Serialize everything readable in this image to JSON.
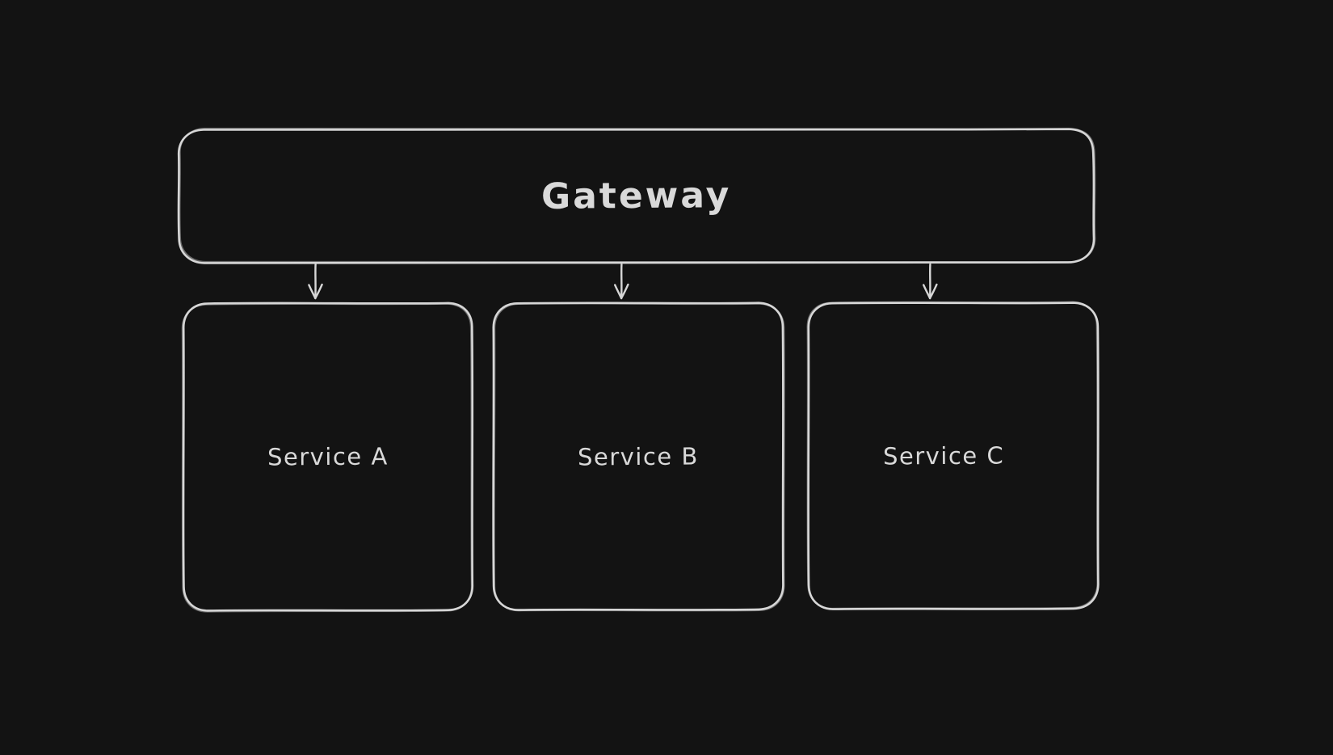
{
  "colors": {
    "bg": "#131313",
    "stroke": "#d7d7d7",
    "text": "#d9d9d9"
  },
  "diagram": {
    "nodes": [
      {
        "id": "gateway",
        "label": "Gateway"
      },
      {
        "id": "service-a",
        "label": "Service A"
      },
      {
        "id": "service-b",
        "label": "Service B"
      },
      {
        "id": "service-c",
        "label": "Service C"
      }
    ],
    "edges": [
      {
        "from": "gateway",
        "to": "service-a",
        "arrow": "down"
      },
      {
        "from": "gateway",
        "to": "service-b",
        "arrow": "down"
      },
      {
        "from": "gateway",
        "to": "service-c",
        "arrow": "down"
      }
    ]
  }
}
